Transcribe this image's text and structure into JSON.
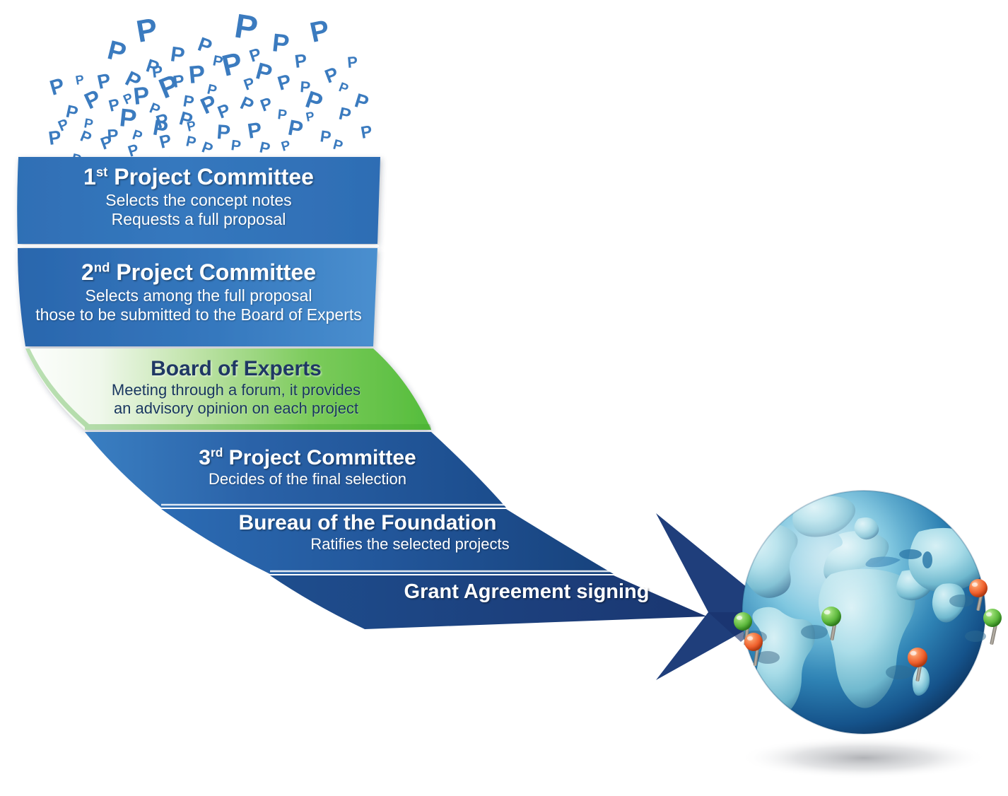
{
  "diagram": {
    "title": "Project selection process",
    "colors": {
      "band_blue_light": "#3578BE",
      "band_blue_mid": "#2E6DB4",
      "band_blue_dark": "#1F4E87",
      "arrow_navy": "#1F3E7B",
      "green_light": "#F2F9F0",
      "green_bright": "#62C martin",
      "green_value": "#64C34A",
      "text_white": "#FFFFFF",
      "text_navy": "#1F3864",
      "letter_p_blue": "#3B7BBF",
      "globe_ocean_dark": "#12406E",
      "globe_ocean_light": "#59B6D6",
      "globe_land": "#9ED7E5",
      "pin_green": "#6FC24B",
      "pin_orange": "#F1703C"
    }
  },
  "letters": {
    "glyph": "P",
    "count": 96,
    "description": "cloud-of-project-proposals"
  },
  "bands": [
    {
      "id": "band1",
      "title_main": "1",
      "title_sup": "st",
      "title_rest": " Project Committee",
      "lines": [
        "Selects the concept notes",
        "Requests a full proposal"
      ],
      "style": "blue"
    },
    {
      "id": "band2",
      "title_main": "2",
      "title_sup": "nd",
      "title_rest": " Project Committee",
      "lines": [
        "Selects among the full proposal",
        "those to be submitted to the Board of Experts"
      ],
      "style": "blue"
    },
    {
      "id": "band3",
      "title_main": "Board of Experts",
      "title_sup": "",
      "title_rest": "",
      "lines": [
        "Meeting through a forum, it provides",
        "an advisory opinion on each project"
      ],
      "style": "green"
    },
    {
      "id": "band4",
      "title_main": "3",
      "title_sup": "rd",
      "title_rest": " Project Committee",
      "lines": [
        "Decides of the final selection"
      ],
      "style": "blue"
    },
    {
      "id": "band5",
      "title_main": "Bureau of the Foundation",
      "title_sup": "",
      "title_rest": "",
      "lines": [
        "Ratifies the selected projects"
      ],
      "style": "blue"
    },
    {
      "id": "band6",
      "title_main": "Grant Agreement signing",
      "title_sup": "",
      "title_rest": "",
      "lines": [],
      "style": "navy"
    }
  ],
  "globe": {
    "label": "world-globe",
    "pins": [
      {
        "id": "pin-north-america",
        "color": "green"
      },
      {
        "id": "pin-central-america",
        "color": "orange"
      },
      {
        "id": "pin-west-africa",
        "color": "green"
      },
      {
        "id": "pin-east-africa",
        "color": "orange"
      },
      {
        "id": "pin-central-asia",
        "color": "orange"
      },
      {
        "id": "pin-southeast-asia",
        "color": "green"
      }
    ]
  }
}
